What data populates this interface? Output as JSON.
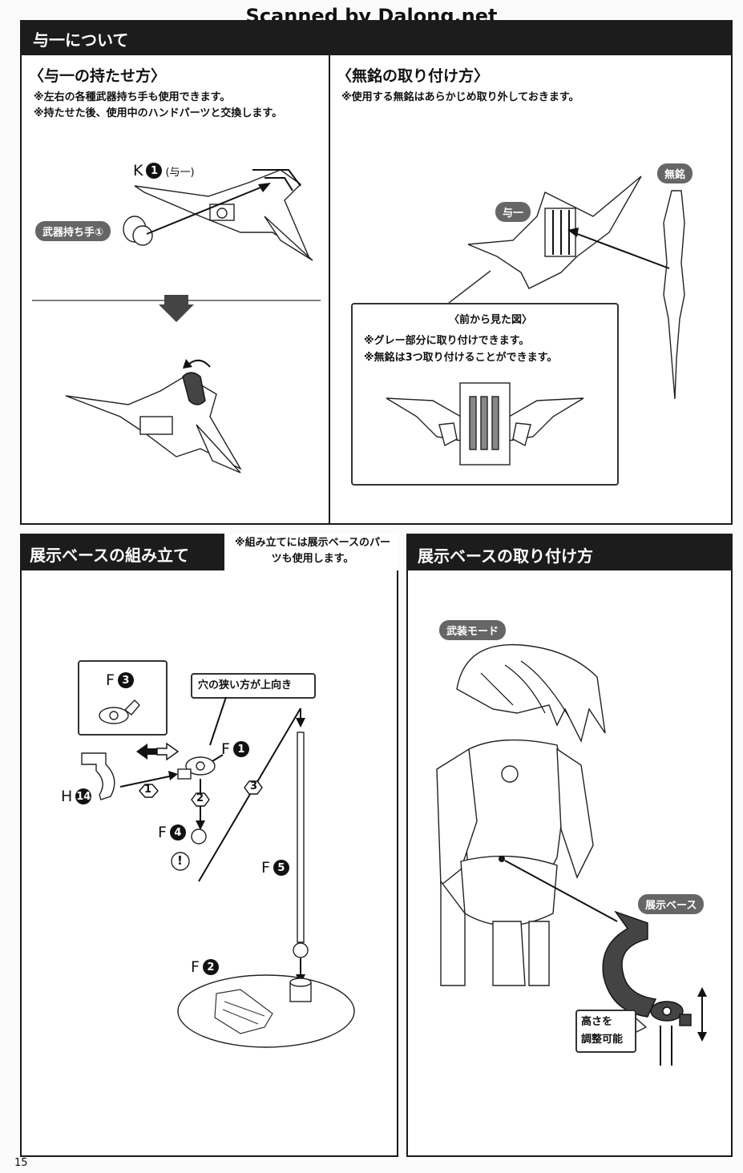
{
  "watermark": "Scanned by Dalong.net",
  "section_yoichi": {
    "title": "与一について",
    "hold": {
      "heading": "〈与一の持たせ方〉",
      "notes": [
        "※左右の各種武器持ち手も使用できます。",
        "※持たせた後、使用中のハンドパーツと交換します。"
      ],
      "part_letter": "K",
      "part_number": "1",
      "part_name": "(与一)",
      "hand_label": "武器持ち手①"
    },
    "mumei": {
      "heading": "〈無銘の取り付け方〉",
      "note": "※使用する無銘はあらかじめ取り外しておきます。",
      "yoichi_label": "与一",
      "mumei_label": "無銘",
      "front_view": {
        "title": "〈前から見た図〉",
        "notes": [
          "※グレー部分に取り付けできます。",
          "※無銘は3つ取り付けることができます。"
        ]
      }
    }
  },
  "section_base_build": {
    "title": "展示ベースの組み立て",
    "note": "※組み立てには展示ベースのパーツも使用します。",
    "hole_label": "穴の狭い方が上向き",
    "parts": [
      {
        "letter": "F",
        "number": "3"
      },
      {
        "letter": "F",
        "number": "1"
      },
      {
        "letter": "H",
        "number": "14"
      },
      {
        "letter": "F",
        "number": "4"
      },
      {
        "letter": "F",
        "number": "5"
      },
      {
        "letter": "F",
        "number": "2"
      }
    ],
    "steps": [
      "1",
      "2",
      "3"
    ],
    "warning": "!"
  },
  "section_base_attach": {
    "title": "展示ベースの取り付け方",
    "mode_label": "武装モード",
    "base_label": "展示ベース",
    "height_note_line1": "高さを",
    "height_note_line2": "調整可能"
  },
  "page_number": "15"
}
